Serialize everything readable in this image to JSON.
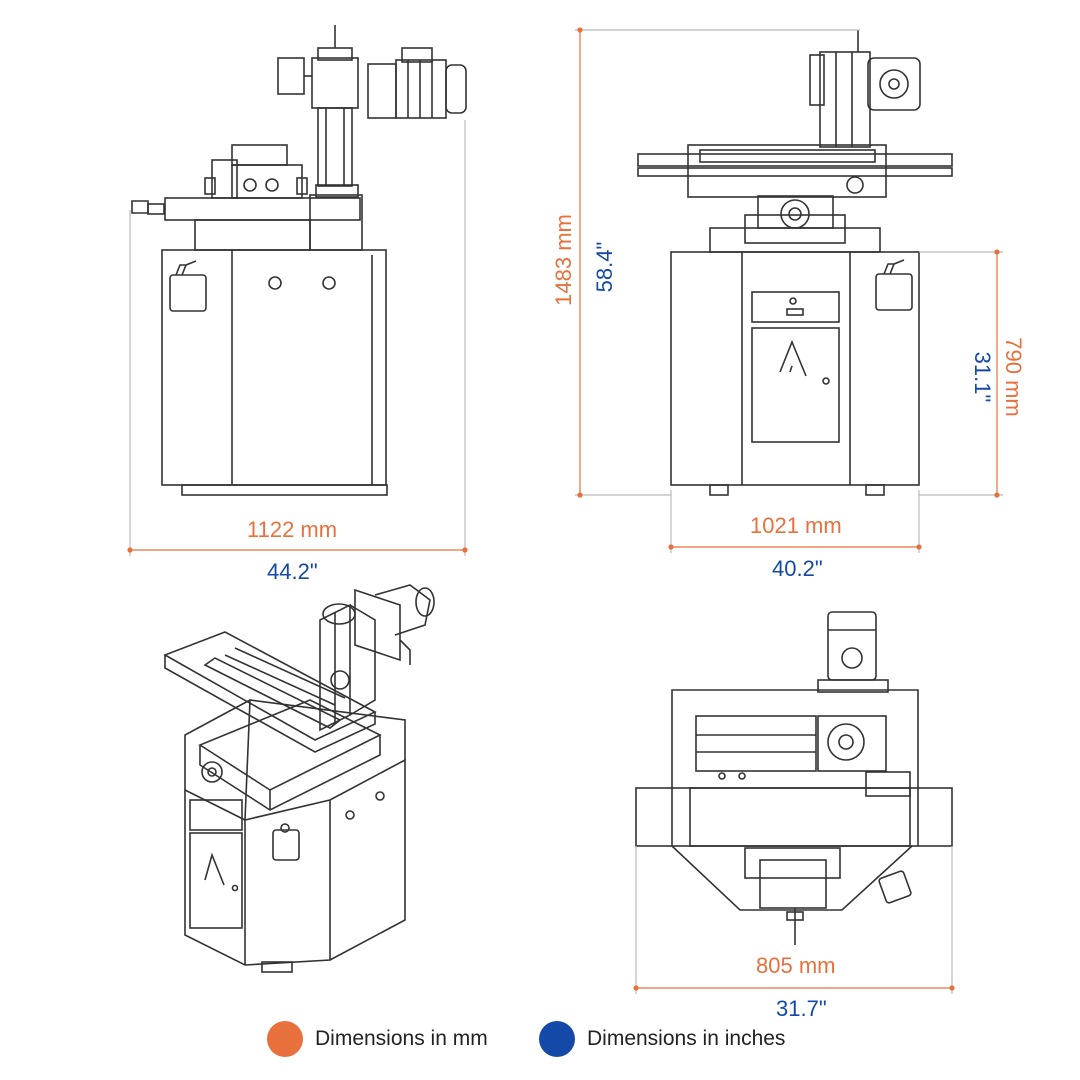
{
  "colors": {
    "mm": "#e8703c",
    "inch": "#1549a8",
    "line": "#333333",
    "dim_line": "#e8703c"
  },
  "views": {
    "side": {
      "width_mm": "1122 mm",
      "width_in": "44.2\""
    },
    "front": {
      "height_mm": "1483 mm",
      "height_in": "58.4\"",
      "cabinet_mm": "790 mm",
      "cabinet_in": "31.1\"",
      "width_mm": "1021 mm",
      "width_in": "40.2\""
    },
    "top": {
      "depth_mm": "805 mm",
      "depth_in": "31.7\""
    }
  },
  "legend": [
    {
      "label": "Dimensions in mm",
      "color": "#e8703c"
    },
    {
      "label": "Dimensions in inches",
      "color": "#1549a8"
    }
  ]
}
